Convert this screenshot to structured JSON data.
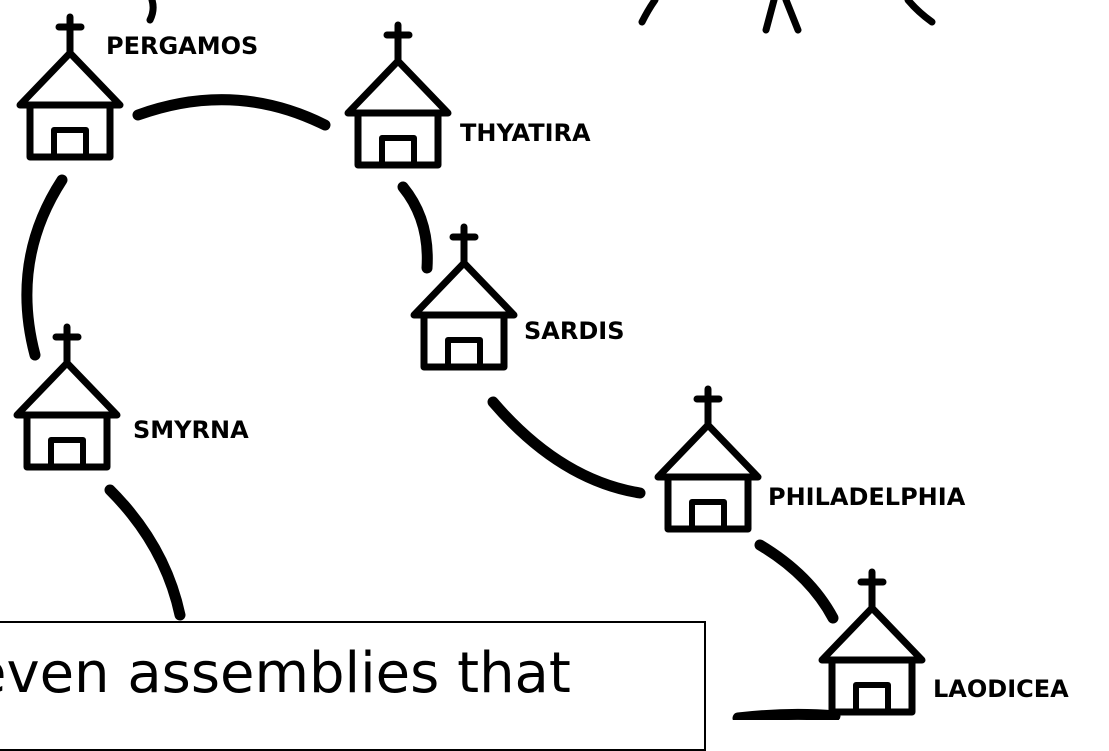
{
  "churches": [
    {
      "id": "pergamos",
      "name": "PERGAMOS"
    },
    {
      "id": "thyatira",
      "name": "THYATIRA"
    },
    {
      "id": "sardis",
      "name": "SARDIS"
    },
    {
      "id": "smyrna",
      "name": "SMYRNA"
    },
    {
      "id": "philadelphia",
      "name": "PHILADELPHIA"
    },
    {
      "id": "laodicea",
      "name": "LAODICEA"
    }
  ],
  "caption": "even assemblies that",
  "colors": {
    "ink": "#000000",
    "background": "#ffffff"
  }
}
